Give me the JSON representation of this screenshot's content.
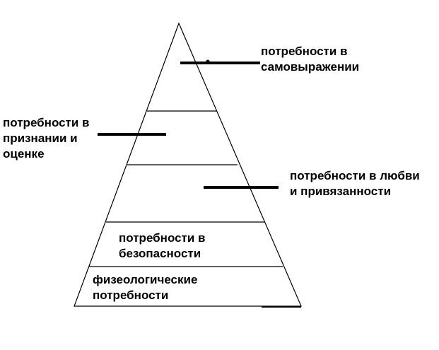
{
  "levels": {
    "self_actualization": {
      "line1": "потребности в",
      "line2": "самовыражении"
    },
    "esteem": {
      "line1": "потребности в",
      "line2": "признании и",
      "line3": "оценке"
    },
    "love": {
      "line1": "потребности в любви",
      "line2": "и привязанности"
    },
    "safety": {
      "line1": "потребности в",
      "line2": "безопасности"
    },
    "physiological": {
      "line1": "физеологические",
      "line2": "потребности"
    }
  },
  "colors": {
    "stroke": "#000000",
    "background": "#ffffff"
  }
}
